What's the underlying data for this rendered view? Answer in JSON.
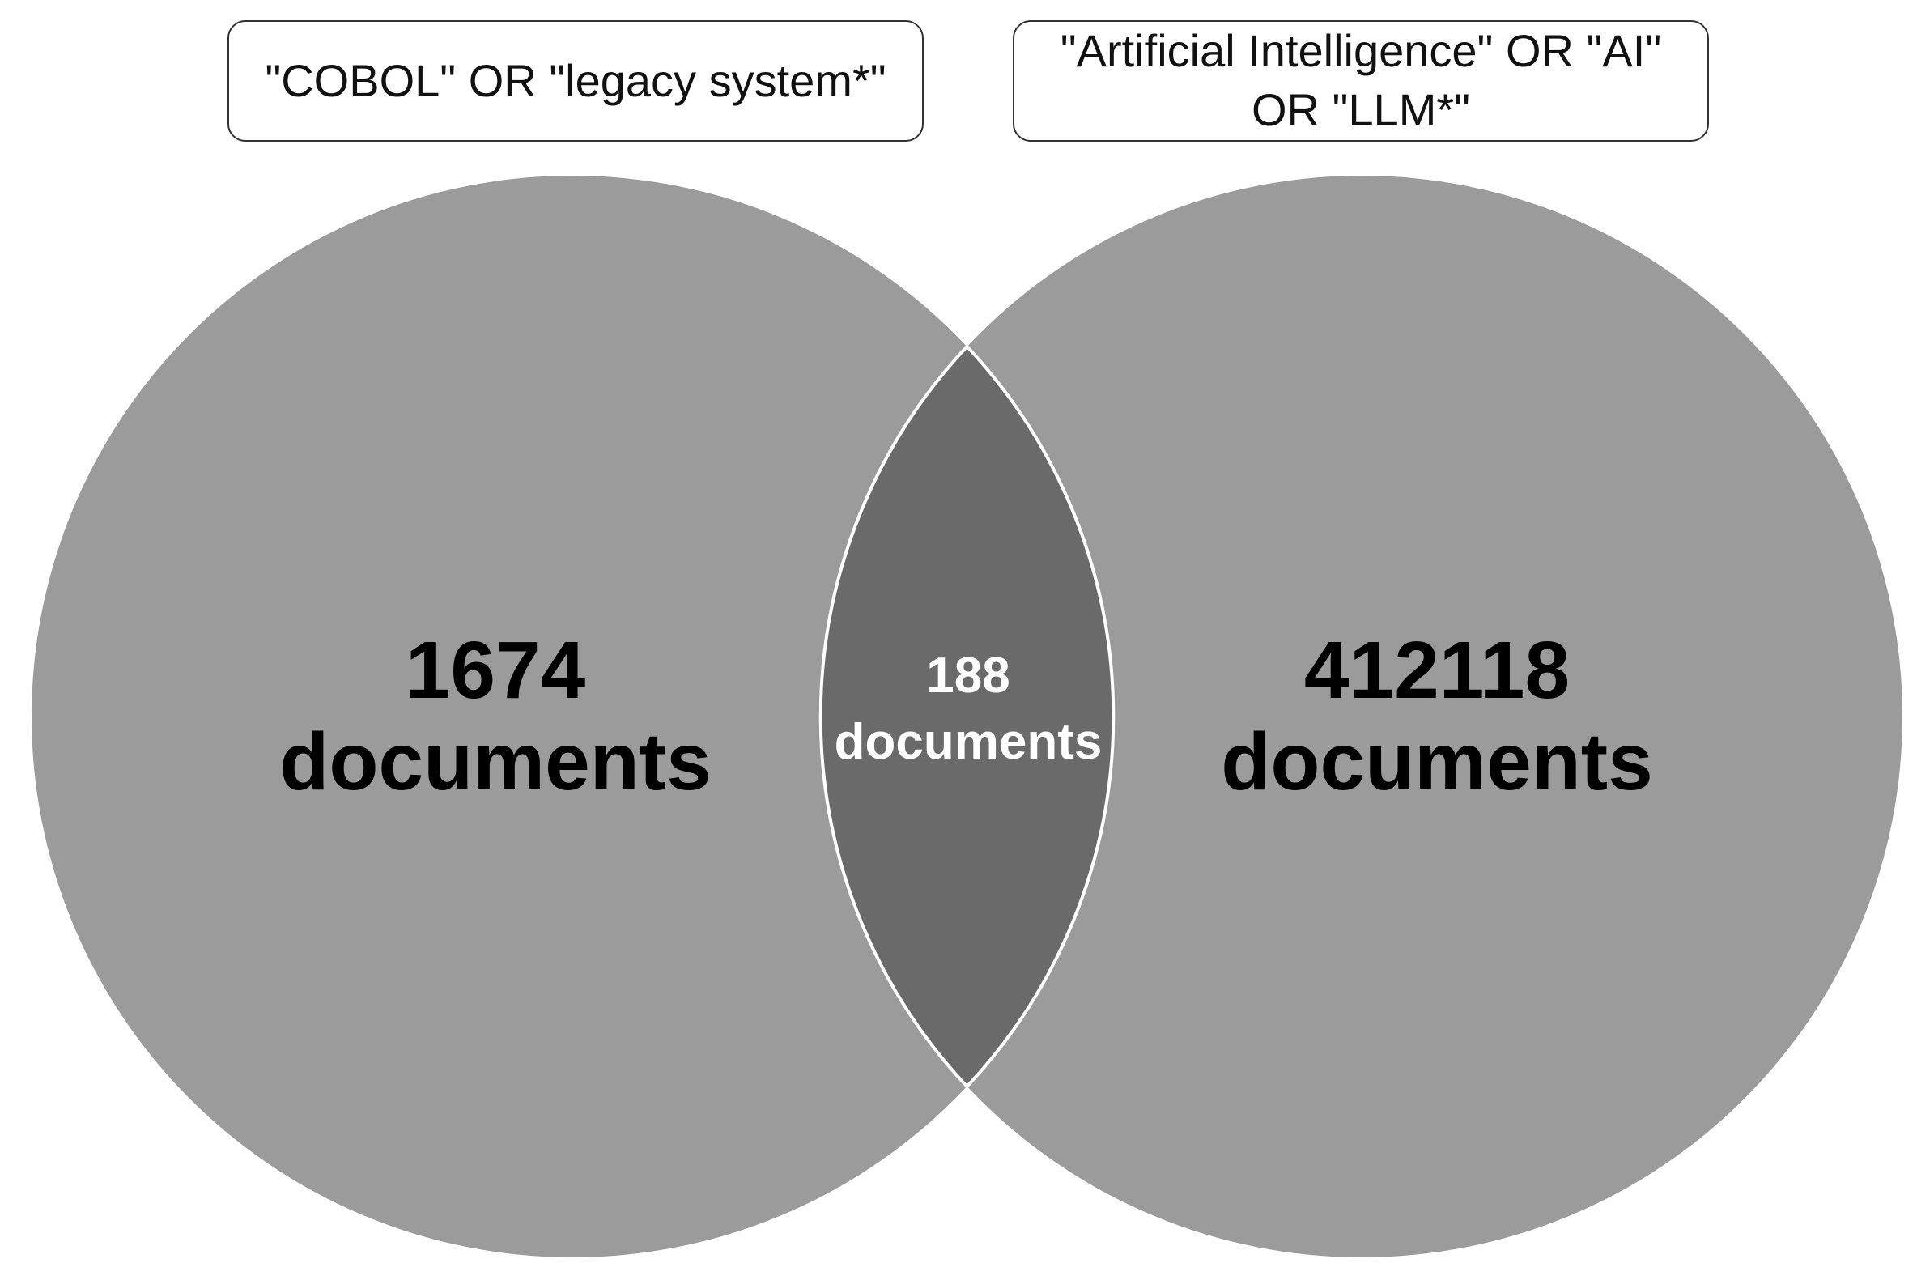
{
  "diagram": {
    "type": "venn",
    "sets": [
      {
        "label": "\"COBOL\" OR \"legacy system*\"",
        "count": "1674",
        "unit": "documents"
      },
      {
        "label": "\"Artificial Intelligence\" OR \"AI\" OR \"LLM*\"",
        "count": "412118",
        "unit": "documents"
      }
    ],
    "intersection": {
      "count": "188",
      "unit": "documents"
    },
    "colors": {
      "circle_fill": "#9b9b9b",
      "overlap_fill": "#6a6a6a",
      "overlap_outline": "#ffffff",
      "box_border": "#333333"
    }
  }
}
